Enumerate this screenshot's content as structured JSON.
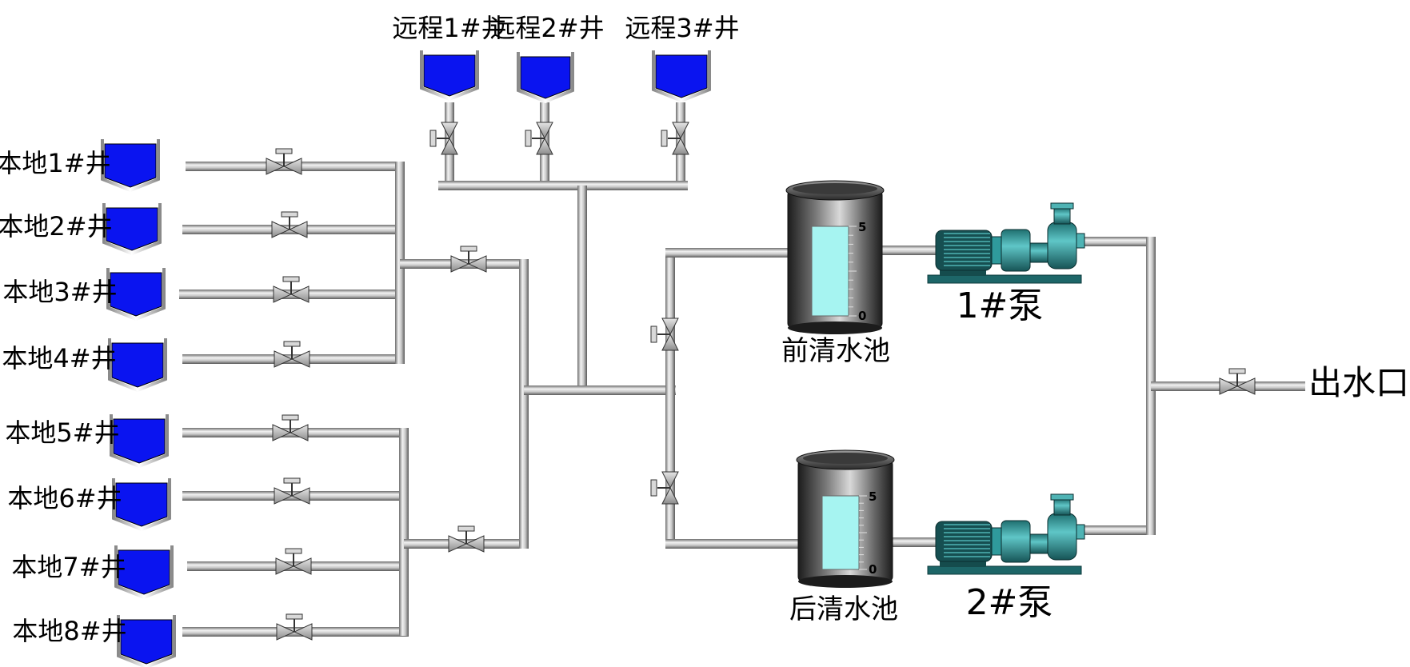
{
  "remote_wells": [
    {
      "label": "远程1#井",
      "status_color": "#0a14f0"
    },
    {
      "label": "远程2#井",
      "status_color": "#0a14f0"
    },
    {
      "label": "远程3#井",
      "status_color": "#0a14f0"
    }
  ],
  "local_wells": [
    {
      "label": "本地1#井",
      "status_color": "#0a14f0"
    },
    {
      "label": "本地2#井",
      "status_color": "#0a14f0"
    },
    {
      "label": "本地3#井",
      "status_color": "#0a14f0"
    },
    {
      "label": "本地4#井",
      "status_color": "#0a14f0"
    },
    {
      "label": "本地5#井",
      "status_color": "#0a14f0"
    },
    {
      "label": "本地6#井",
      "status_color": "#0a14f0"
    },
    {
      "label": "本地7#井",
      "status_color": "#0a14f0"
    },
    {
      "label": "本地8#井",
      "status_color": "#0a14f0"
    }
  ],
  "tanks": [
    {
      "label": "前清水池",
      "gauge_max": "5",
      "gauge_min": "0",
      "level_color": "#a6f4f1"
    },
    {
      "label": "后清水池",
      "gauge_max": "5",
      "gauge_min": "0",
      "level_color": "#a6f4f1"
    }
  ],
  "pumps": [
    {
      "label": "1#泵",
      "body_color": "#2f9a9c"
    },
    {
      "label": "2#泵",
      "body_color": "#2f9a9c"
    }
  ],
  "outlet": {
    "label": "出水口"
  },
  "icons": {
    "valve": "gate-valve-icon",
    "pump": "centrifugal-pump-icon",
    "well": "well-tank-icon",
    "tank": "clear-water-tank-icon"
  },
  "colors": {
    "pipe": "#b4b4b4",
    "water": "#0a14f0",
    "pump": "#2f9a9c",
    "level": "#a6f4f1"
  }
}
